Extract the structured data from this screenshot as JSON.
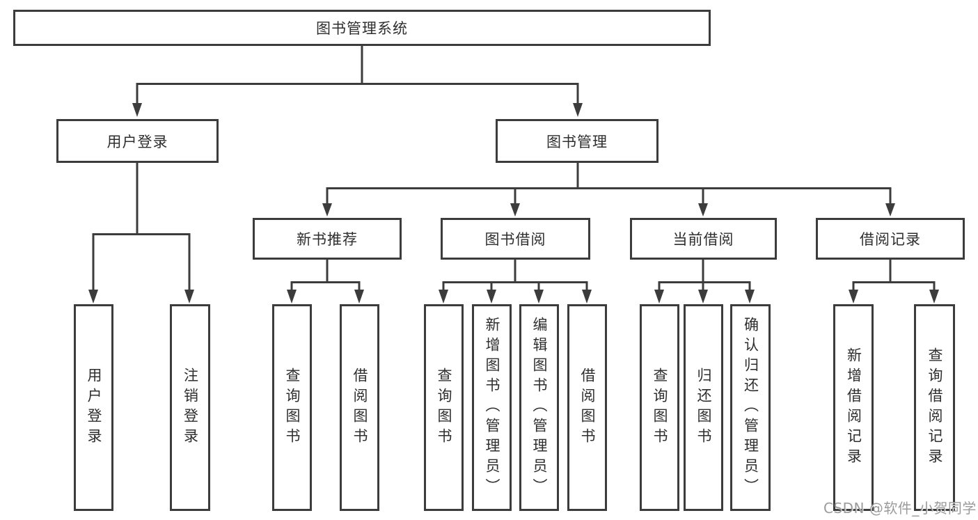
{
  "diagram": {
    "root_label": "图书管理系统",
    "level2": [
      "用户登录",
      "图书管理"
    ],
    "level3": [
      "新书推荐",
      "图书借阅",
      "当前借阅",
      "借阅记录"
    ],
    "leaves": {
      "user_login": [
        "用户登录",
        "注销登录"
      ],
      "new_book_recommend": [
        "查询图书",
        "借阅图书"
      ],
      "book_borrow": [
        "查询图书",
        "新增图书（管理员）",
        "编辑图书（管理员）",
        "借阅图书"
      ],
      "current_borrow": [
        "查询图书",
        "归还图书",
        "确认归还（管理员）"
      ],
      "borrow_records": [
        "新增借阅记录",
        "查询借阅记录"
      ]
    }
  },
  "watermark": "CSDN @软件_小贺同学",
  "colors": {
    "line": "#3c3c3c",
    "text": "#2e2e2e",
    "background": "#ffffff",
    "watermark": "#8a8a8a"
  }
}
